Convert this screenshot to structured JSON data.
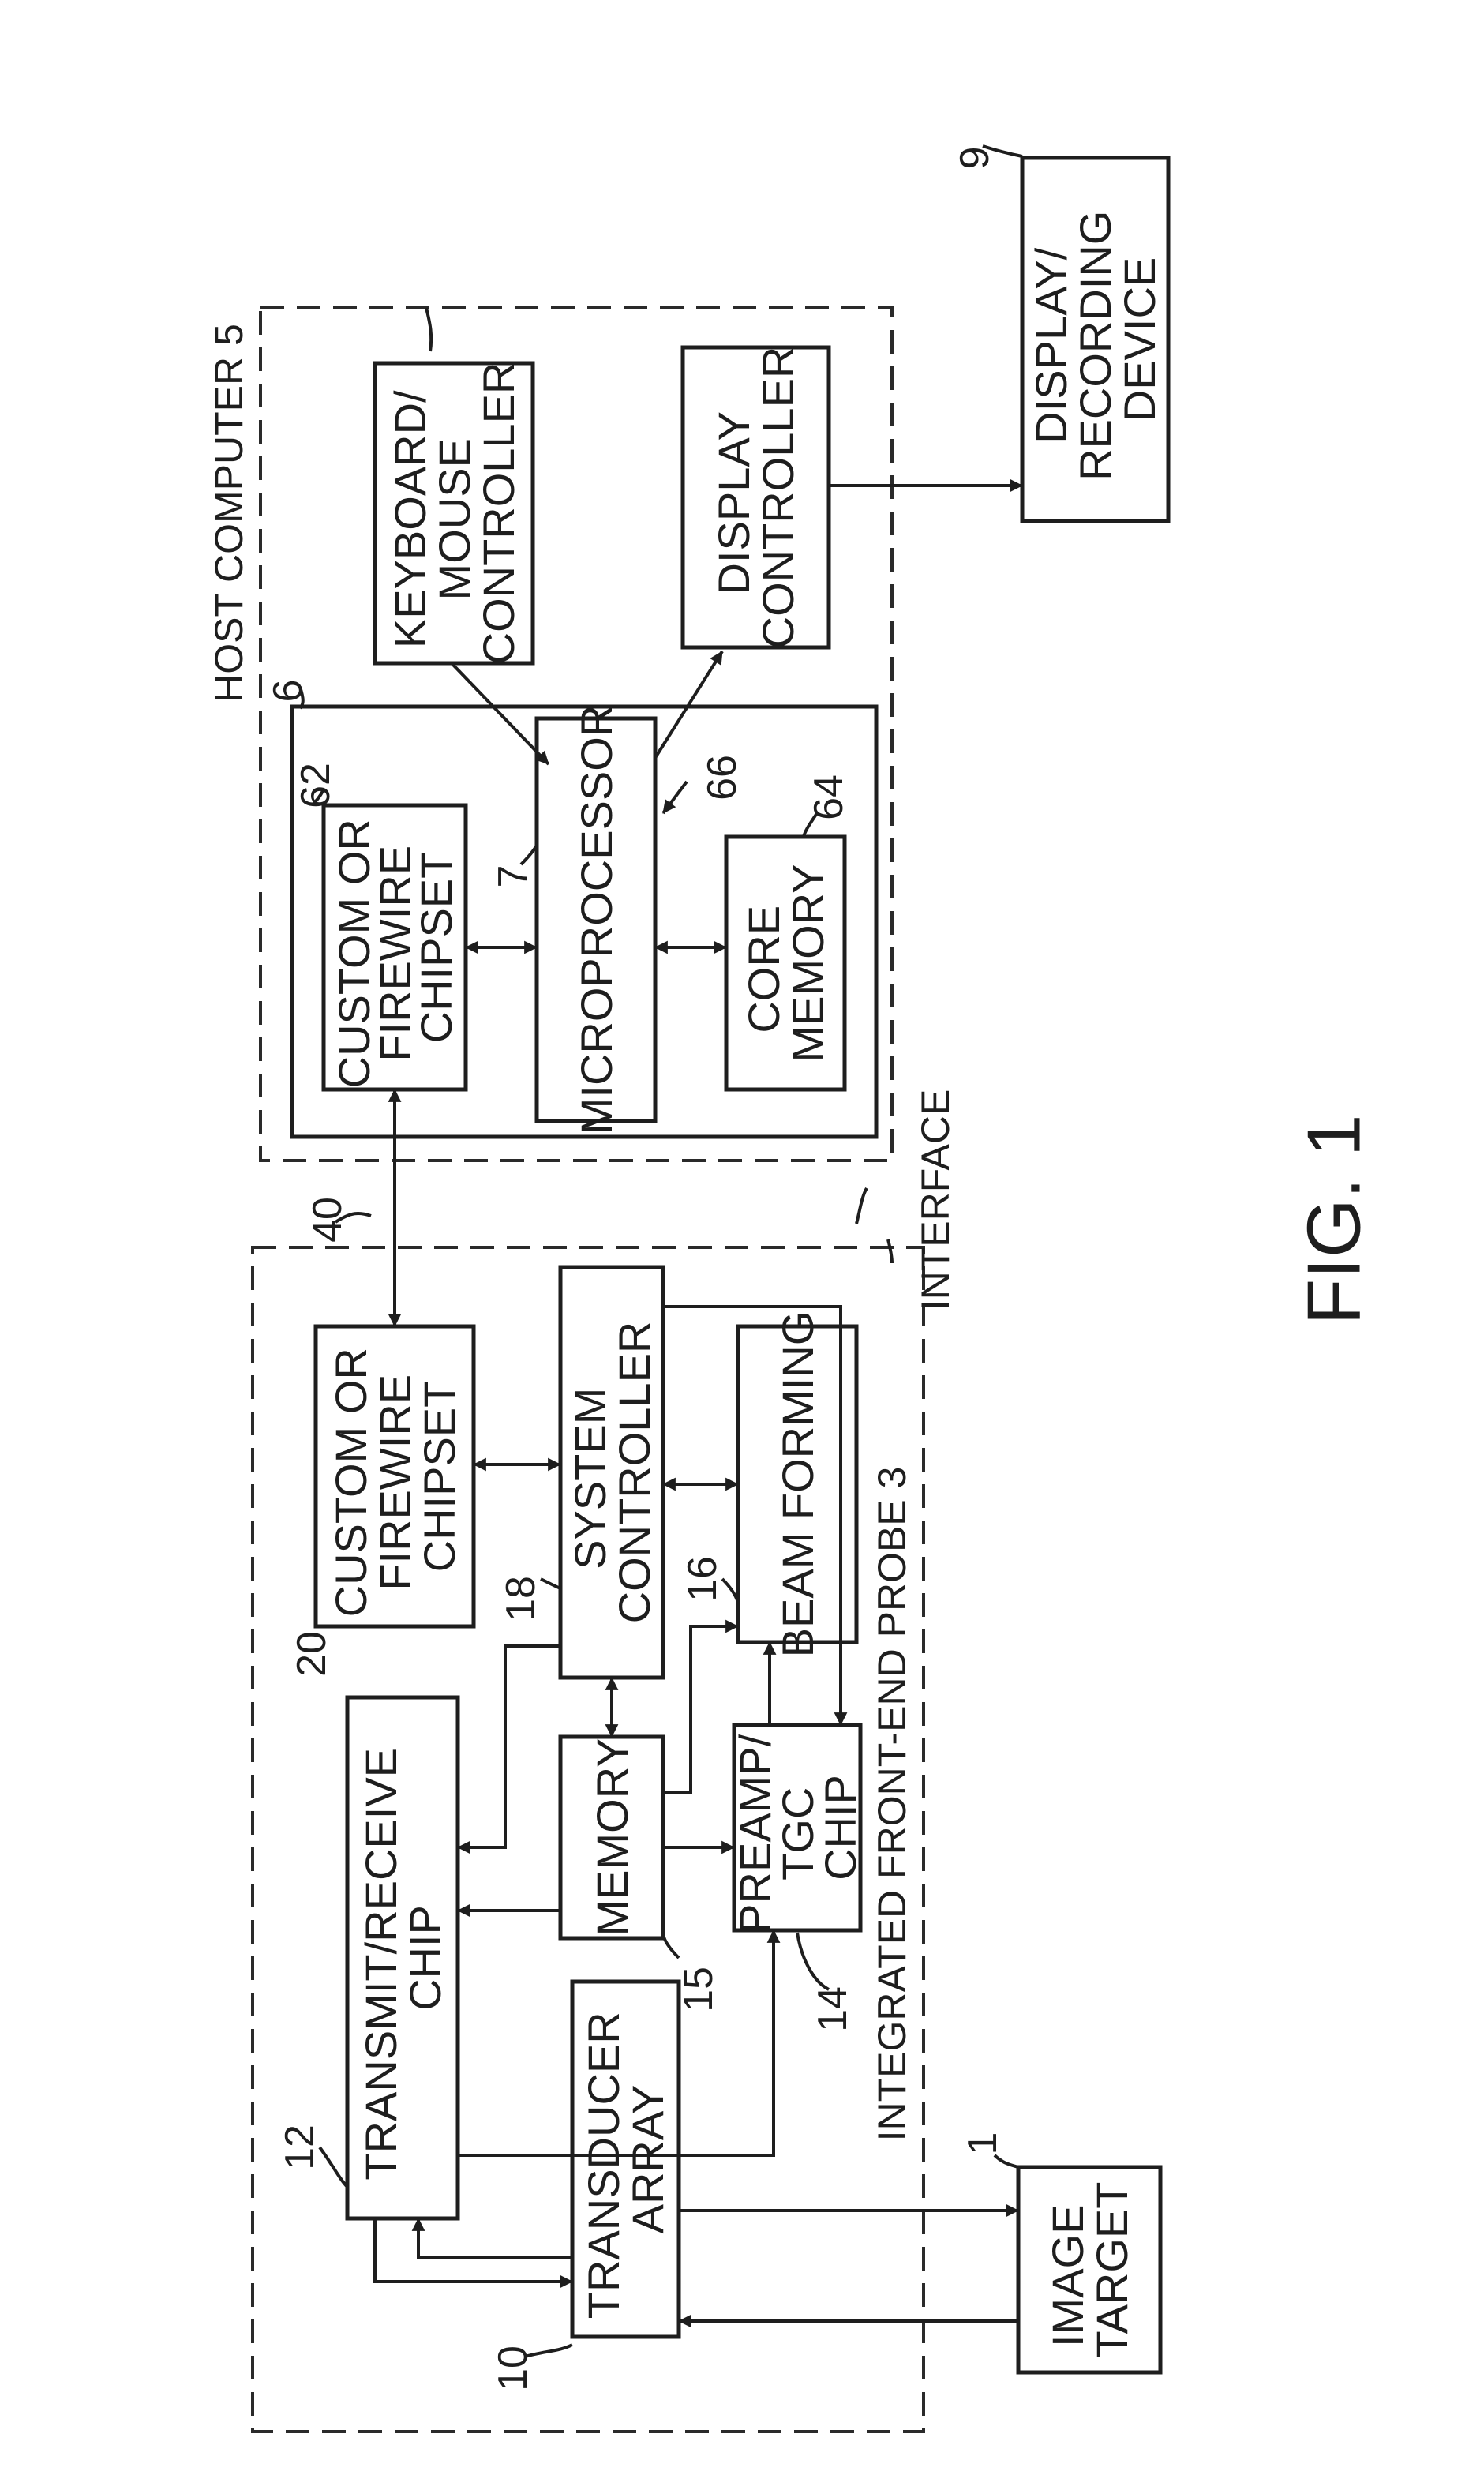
{
  "figure_label": "FIG. 1",
  "groups": {
    "probe": "INTEGRATED FRONT-END PROBE 3",
    "host": "HOST COMPUTER 5",
    "interface": "INTERFACE"
  },
  "blocks": {
    "transducer_array": [
      "TRANSDUCER",
      "ARRAY"
    ],
    "transmit_receive": [
      "TRANSMIT/RECEIVE",
      "CHIP"
    ],
    "memory": [
      "MEMORY"
    ],
    "preamp_tgc": [
      "PREAMP/",
      "TGC",
      "CHIP"
    ],
    "system_controller": [
      "SYSTEM",
      "CONTROLLER"
    ],
    "beam_forming": [
      "BEAM FORMING"
    ],
    "probe_chipset": [
      "CUSTOM OR",
      "FIREWIRE",
      "CHIPSET"
    ],
    "host_chipset": [
      "CUSTOM OR",
      "FIREWIRE",
      "CHIPSET"
    ],
    "microprocessor": [
      "MICROPROCESSOR"
    ],
    "core_memory": [
      "CORE",
      "MEMORY"
    ],
    "keyboard_mouse": [
      "KEYBOARD/",
      "MOUSE",
      "CONTROLLER"
    ],
    "display_controller": [
      "DISPLAY",
      "CONTROLLER"
    ],
    "display_recording": [
      "DISPLAY/",
      "RECORDING",
      "DEVICE"
    ],
    "image_target": [
      "IMAGE",
      "TARGET"
    ]
  },
  "refs": {
    "transducer_array": "10",
    "transmit_receive": "12",
    "preamp_tgc": "14",
    "memory": "15",
    "beam_forming": "16",
    "system_controller": "18",
    "probe_chipset": "20",
    "link": "40",
    "host_board": "6",
    "microprocessor_bus": "7",
    "host_chipset": "62",
    "core_memory": "64",
    "microprocessor": "66",
    "display_recording": "9",
    "image_target": "1"
  }
}
